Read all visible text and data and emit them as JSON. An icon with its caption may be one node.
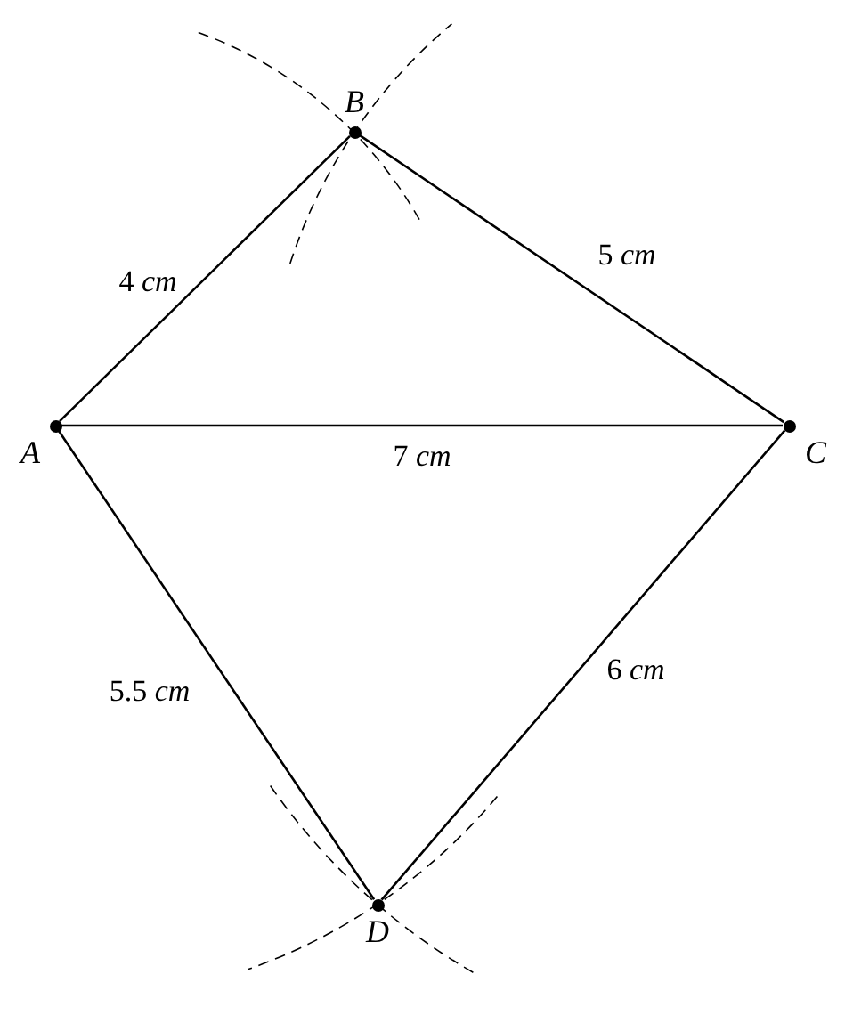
{
  "diagram": {
    "nodes": [
      {
        "text": [],
        "shape": "circle",
        "beside": [
          "B"
        ]
      },
      {
        "text": [],
        "shape": "circle",
        "beside": [
          "A"
        ]
      },
      {
        "text": [],
        "shape": "circle",
        "beside": [
          "C"
        ]
      },
      {
        "text": [],
        "shape": "circle",
        "beside": [
          "D"
        ]
      }
    ],
    "edges": [
      {
        "from": 1,
        "to": 0,
        "arrow": "none",
        "label": "4 *cm*"
      },
      {
        "from": 0,
        "to": 2,
        "arrow": "none",
        "label": "5 *cm*"
      },
      {
        "from": 1,
        "to": 2,
        "arrow": "none",
        "label": "7 *cm*"
      },
      {
        "from": 1,
        "to": 3,
        "arrow": "none",
        "label": "5.5 *cm*"
      },
      {
        "from": 2,
        "to": 3,
        "arrow": "none",
        "label": "6 *cm*"
      }
    ]
  }
}
